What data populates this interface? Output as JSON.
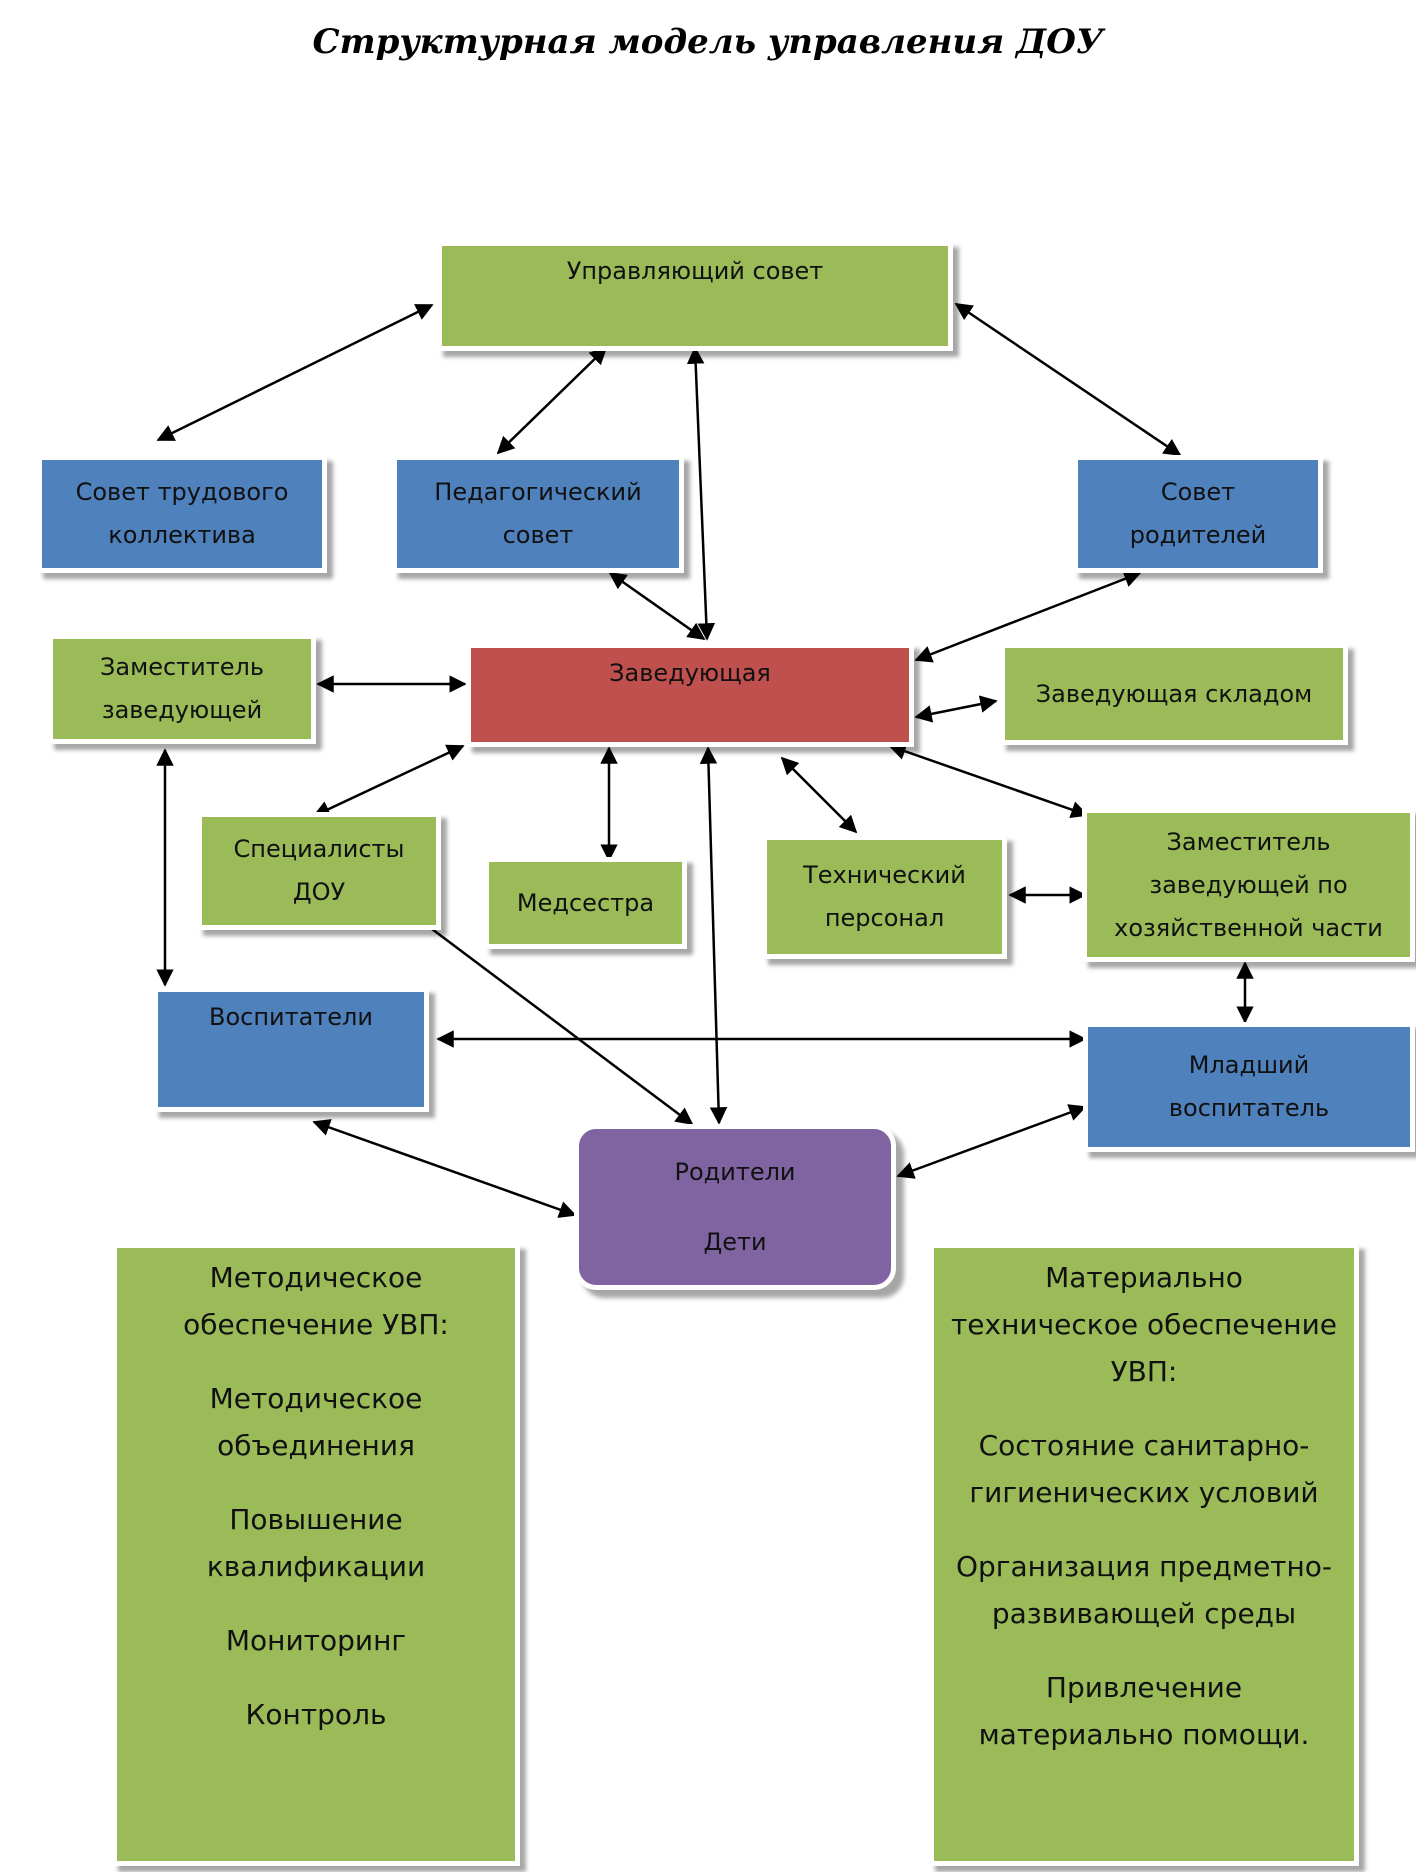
{
  "title": "Структурная  модель управления ДОУ",
  "nodes": {
    "governing_council": "Управляющий совет",
    "labor_council": [
      "Совет трудового",
      "коллектива"
    ],
    "pedagogical_council": [
      "Педагогический",
      "совет"
    ],
    "parents_council": [
      "Совет",
      "родителей"
    ],
    "deputy_head": [
      "Заместитель",
      "заведующей"
    ],
    "head": "Заведующая",
    "warehouse_head": "Заведующая складом",
    "specialists": [
      "Специалисты",
      "ДОУ"
    ],
    "nurse": "Медсестра",
    "technical_staff": [
      "Технический",
      "персонал"
    ],
    "deputy_household": [
      "Заместитель",
      "заведующей по",
      "хозяйственной части"
    ],
    "educators": "Воспитатели",
    "junior_educator": [
      "Младший",
      "воспитатель"
    ],
    "parents_children": [
      "Родители",
      "Дети"
    ]
  },
  "panels": {
    "methodical": {
      "heading": [
        "Методическое",
        "обеспечение УВП:"
      ],
      "items": [
        [
          "Методическое",
          "объединения"
        ],
        [
          "Повышение",
          "квалификации"
        ],
        [
          "Мониторинг"
        ],
        [
          "Контроль"
        ]
      ]
    },
    "material": {
      "heading": [
        "Материально",
        "техническое обеспечение",
        "УВП:"
      ],
      "items": [
        [
          "Состояние санитарно-",
          "гигиенических условий"
        ],
        [
          "Организация предметно-",
          "развивающей среды"
        ],
        [
          "Привлечение",
          "материально помощи."
        ]
      ]
    }
  },
  "colors": {
    "green": "#9bbb59",
    "blue": "#4f81bd",
    "red": "#c0504d",
    "purple": "#8064a2"
  }
}
